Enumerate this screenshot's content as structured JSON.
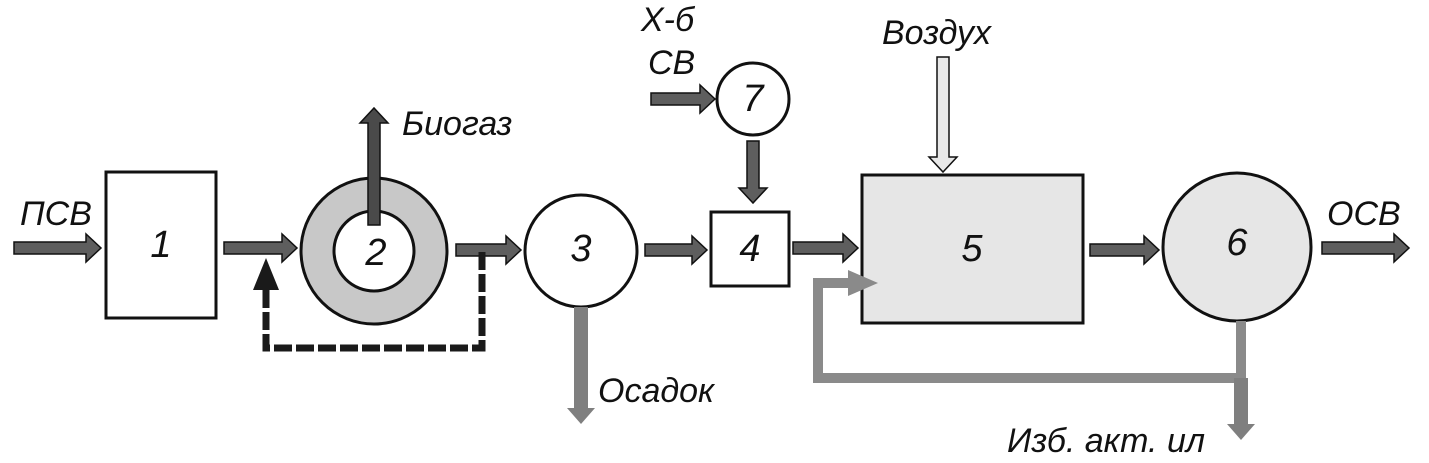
{
  "labels": {
    "psv": "ПСВ",
    "biogas": "Биогаз",
    "kh_b": "Х-б",
    "sv": "СВ",
    "air": "Воздух",
    "osv": "ОСВ",
    "sediment": "Осадок",
    "excess_sludge": "Изб. акт. ил"
  },
  "nodes": {
    "n1": "1",
    "n2": "2",
    "n3": "3",
    "n4": "4",
    "n5": "5",
    "n6": "6",
    "n7": "7"
  },
  "colors": {
    "arrow_dark": "#5e5e5e",
    "arrow_medium": "#7f7f7f",
    "arrow_light": "#e8e8e8",
    "recycle_black": "#1a1a1a",
    "ring_gray": "#c8c8c8",
    "node_light": "#e6e6e6",
    "stroke": "#111111"
  }
}
